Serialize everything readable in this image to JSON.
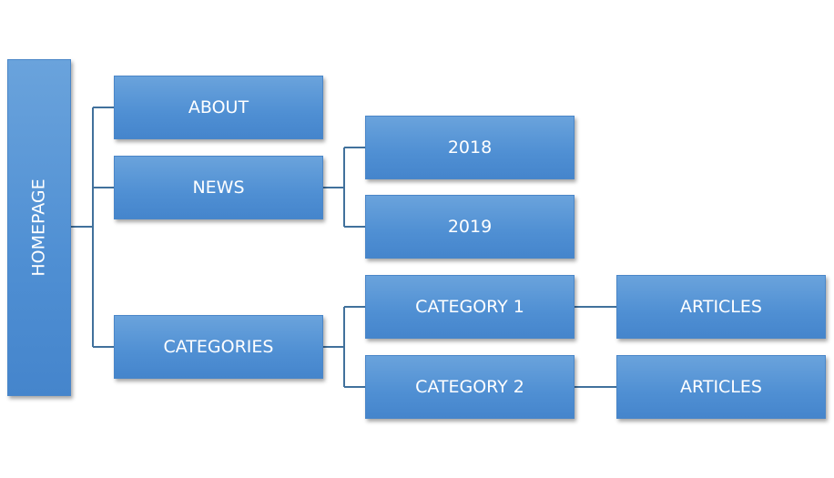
{
  "root": {
    "label": "HOMEPAGE"
  },
  "level1": [
    {
      "label": "ABOUT"
    },
    {
      "label": "NEWS"
    },
    {
      "label": "CATEGORIES"
    }
  ],
  "news_children": [
    {
      "label": "2018"
    },
    {
      "label": "2019"
    }
  ],
  "category_children": [
    {
      "label": "CATEGORY 1"
    },
    {
      "label": "CATEGORY 2"
    }
  ],
  "article_nodes": [
    {
      "label": "ARTICLES"
    },
    {
      "label": "ARTICLES"
    }
  ],
  "colors": {
    "box": "#4f8fd3",
    "connector": "#41719c"
  }
}
